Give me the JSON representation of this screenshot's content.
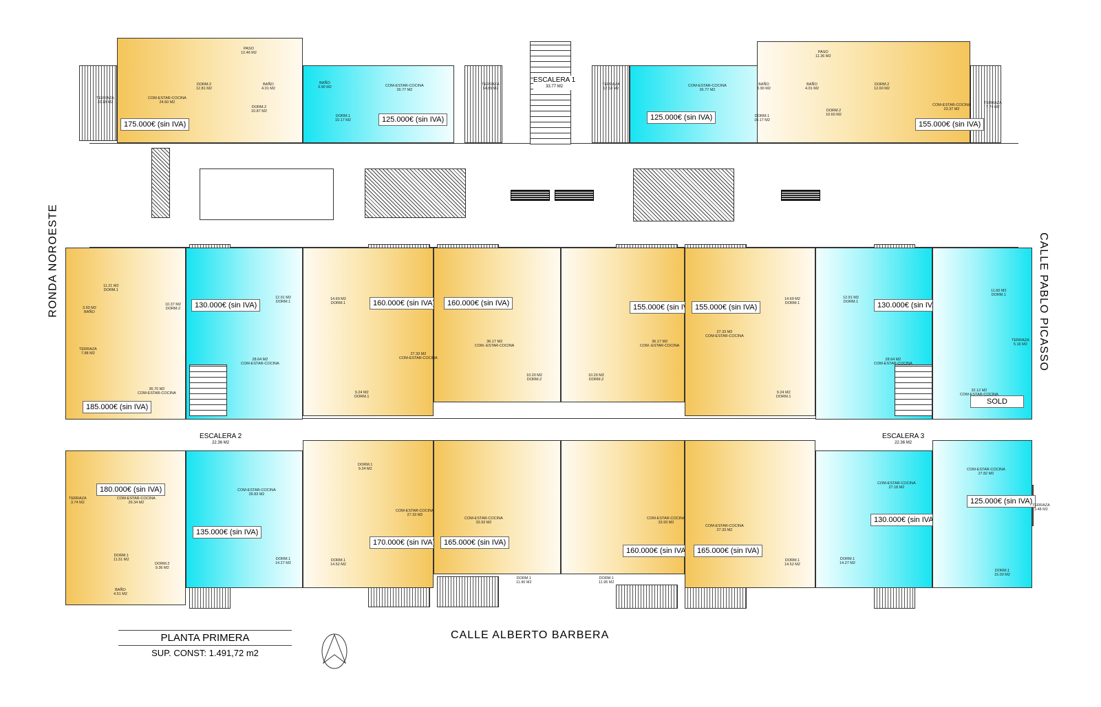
{
  "title_block": {
    "title": "PLANTA PRIMERA",
    "area": "SUP. CONST: 1.491,72 m2"
  },
  "streets": {
    "west": "RONDA NOROESTE",
    "east": "CALLE PABLO PICASSO",
    "south": "CALLE ALBERTO BARBERA"
  },
  "stairs": [
    {
      "name": "ESCALERA 1",
      "area": "33.77 M2"
    },
    {
      "name": "ESCALERA 2",
      "area": "22.36 M2"
    },
    {
      "name": "ESCALERA 3",
      "area": "22.36 M2"
    }
  ],
  "units": [
    {
      "price": "175.000€ (sin IVA)",
      "color": "yellow"
    },
    {
      "price": "125.000€ (sin IVA)",
      "color": "cyan"
    },
    {
      "price": "125.000€ (sin IVA)",
      "color": "cyan"
    },
    {
      "price": "155.000€ (sin IVA)",
      "color": "yellow"
    },
    {
      "price": "185.000€ (sin IVA)",
      "color": "yellow"
    },
    {
      "price": "180.000€ (sin IVA)",
      "color": "yellow"
    },
    {
      "price": "130.000€ (sin IVA)",
      "color": "cyan"
    },
    {
      "price": "135.000€ (sin IVA)",
      "color": "cyan"
    },
    {
      "price": "160.000€ (sin IVA)",
      "color": "yellow"
    },
    {
      "price": "170.000€ (sin IVA)",
      "color": "yellow"
    },
    {
      "price": "160.000€ (sin IVA)",
      "color": "yellow"
    },
    {
      "price": "165.000€ (sin IVA)",
      "color": "yellow"
    },
    {
      "price": "155.000€ (sin IVA)",
      "color": "yellow"
    },
    {
      "price": "160.000€ (sin IVA)",
      "color": "yellow"
    },
    {
      "price": "155.000€ (sin IVA)",
      "color": "yellow"
    },
    {
      "price": "165.000€ (sin IVA)",
      "color": "yellow"
    },
    {
      "price": "130.000€ (sin IVA)",
      "color": "cyan"
    },
    {
      "price": "130.000€ (sin IVA)",
      "color": "cyan"
    },
    {
      "price": "SOLD",
      "color": "cyan"
    },
    {
      "price": "125.000€ (sin IVA)",
      "color": "cyan"
    }
  ],
  "rooms": [
    [
      "PASO",
      "12.46 M2"
    ],
    [
      "COM-ESTAR-COCINA",
      "24.60 M2"
    ],
    [
      "DORM.2",
      "12.81 M2"
    ],
    [
      "BAÑO",
      "4.01 M2"
    ],
    [
      "DORM.2",
      "10.87 M2"
    ],
    [
      "TERRAZA",
      "10.18 M2"
    ],
    [
      "BAÑO",
      "3.90 M2"
    ],
    [
      "COM-ESTAR-COCINA",
      "26.77 M2"
    ],
    [
      "DORM.1",
      "10.17 M2"
    ],
    [
      "TERRAZA",
      "14.89 M2"
    ],
    [
      "TERRAZA",
      "12.53 M2"
    ],
    [
      "COM-ESTAR-COCINA",
      "26.77 M2"
    ],
    [
      "BAÑO",
      "3.90 M2"
    ],
    [
      "DORM.1",
      "10.17 M2"
    ],
    [
      "PASO",
      "11.36 M2"
    ],
    [
      "BAÑO",
      "4.01 M2"
    ],
    [
      "DORM.2",
      "10.60 M2"
    ],
    [
      "DORM.2",
      "12.60 M2"
    ],
    [
      "COM-ESTAR-COCINA",
      "23.37 M2"
    ],
    [
      "TERRAZA",
      "7.74 M2"
    ],
    [
      "11.21 M2",
      "DORM.1"
    ],
    [
      "10.37 M2",
      "DORM.2"
    ],
    [
      "3.93 M2",
      "BAÑO"
    ],
    [
      "36.70 M2",
      "COM-ESTAR-COCINA"
    ],
    [
      "TERRAZA",
      "7.88 M2"
    ],
    [
      "COM-ESTAR-COCINA",
      "29.34 M2"
    ],
    [
      "TERRAZA",
      "3.74 M2"
    ],
    [
      "DORM.1",
      "11.51 M2"
    ],
    [
      "DORM.2",
      "9.36 M2"
    ],
    [
      "BAÑO",
      "4.51 M2"
    ],
    [
      "12.91 M2",
      "DORM.1"
    ],
    [
      "28.64 M2",
      "COM-ESTAR-COCINA"
    ],
    [
      "COM-ESTAR-COCINA",
      "28.83 M2"
    ],
    [
      "DORM.1",
      "14.27 M2"
    ],
    [
      "14.69 M2",
      "DORM.1"
    ],
    [
      "27.33 M2",
      "COM-ESTAR-COCINA"
    ],
    [
      "9.24 M2",
      "DORM.1"
    ],
    [
      "DORM.1",
      "9.24 M2"
    ],
    [
      "COM-ESTAR-COCINA",
      "27.33 M2"
    ],
    [
      "DORM.1",
      "14.52 M2"
    ],
    [
      "36.17 M2",
      "COM.-ESTAR-COCINA"
    ],
    [
      "10.20 M2",
      "DORM.2"
    ],
    [
      "COM-ESTAR-COCINA",
      "33.93 M2"
    ],
    [
      "DORM.1",
      "11.96 M2"
    ],
    [
      "36.17 M2",
      "COM.-ESTAR-COCINA"
    ],
    [
      "10.20 M2",
      "DORM.2"
    ],
    [
      "COM-ESTAR-COCINA",
      "33.93 M2"
    ],
    [
      "DORM.1",
      "11.95 M2"
    ],
    [
      "27.33 M2",
      "COM-ESTAR-COCINA"
    ],
    [
      "14.69 M2",
      "DORM.1"
    ],
    [
      "9.24 M2",
      "DORM.1"
    ],
    [
      "COM-ESTAR-COCINA",
      "27.33 M2"
    ],
    [
      "DORM.1",
      "14.52 M2"
    ],
    [
      "12.91 M2",
      "DORM.1"
    ],
    [
      "28.64 M2",
      "COM-ESTAR-COCINA"
    ],
    [
      "COM-ESTAR-COCINA",
      "27.18 M2"
    ],
    [
      "DORM.1",
      "14.27 M2"
    ],
    [
      "11.60 M2",
      "DORM.1"
    ],
    [
      "32.12 M2",
      "COM-ESTAR-COCINA"
    ],
    [
      "COM-ESTAR-COCINA",
      "27.82 M2"
    ],
    [
      "DORM.1",
      "15.00 M2"
    ],
    [
      "TERRAZA",
      "5.16 M2"
    ],
    [
      "TERRAZA",
      "3.48 M2"
    ]
  ]
}
